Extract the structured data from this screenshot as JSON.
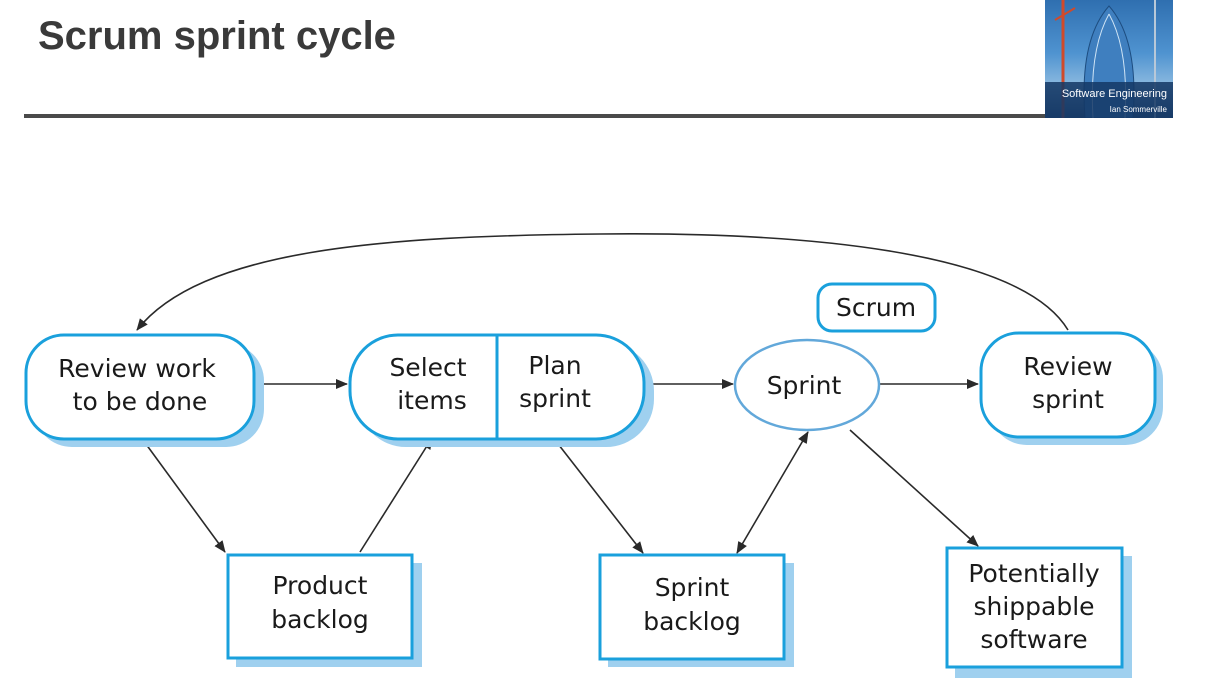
{
  "slide": {
    "title": "Scrum sprint cycle"
  },
  "book_cover": {
    "title": "Software Engineering",
    "author": "Ian Sommerville"
  },
  "diagram": {
    "scrum_label": "Scrum",
    "nodes": {
      "review_work": [
        "Review work",
        "to be done"
      ],
      "select_items": [
        "Select",
        "items"
      ],
      "plan_sprint": [
        "Plan",
        "sprint"
      ],
      "sprint": [
        "Sprint"
      ],
      "review_sprint": [
        "Review",
        "sprint"
      ],
      "product_backlog": [
        "Product",
        "backlog"
      ],
      "sprint_backlog": [
        "Sprint",
        "backlog"
      ],
      "shippable": [
        "Potentially",
        "shippable",
        "software"
      ]
    },
    "colors": {
      "border": "#1aa0dc",
      "shadow": "#9fd0ef",
      "ellipse_border": "#62a8da",
      "arrow": "#2a2a2a"
    }
  }
}
